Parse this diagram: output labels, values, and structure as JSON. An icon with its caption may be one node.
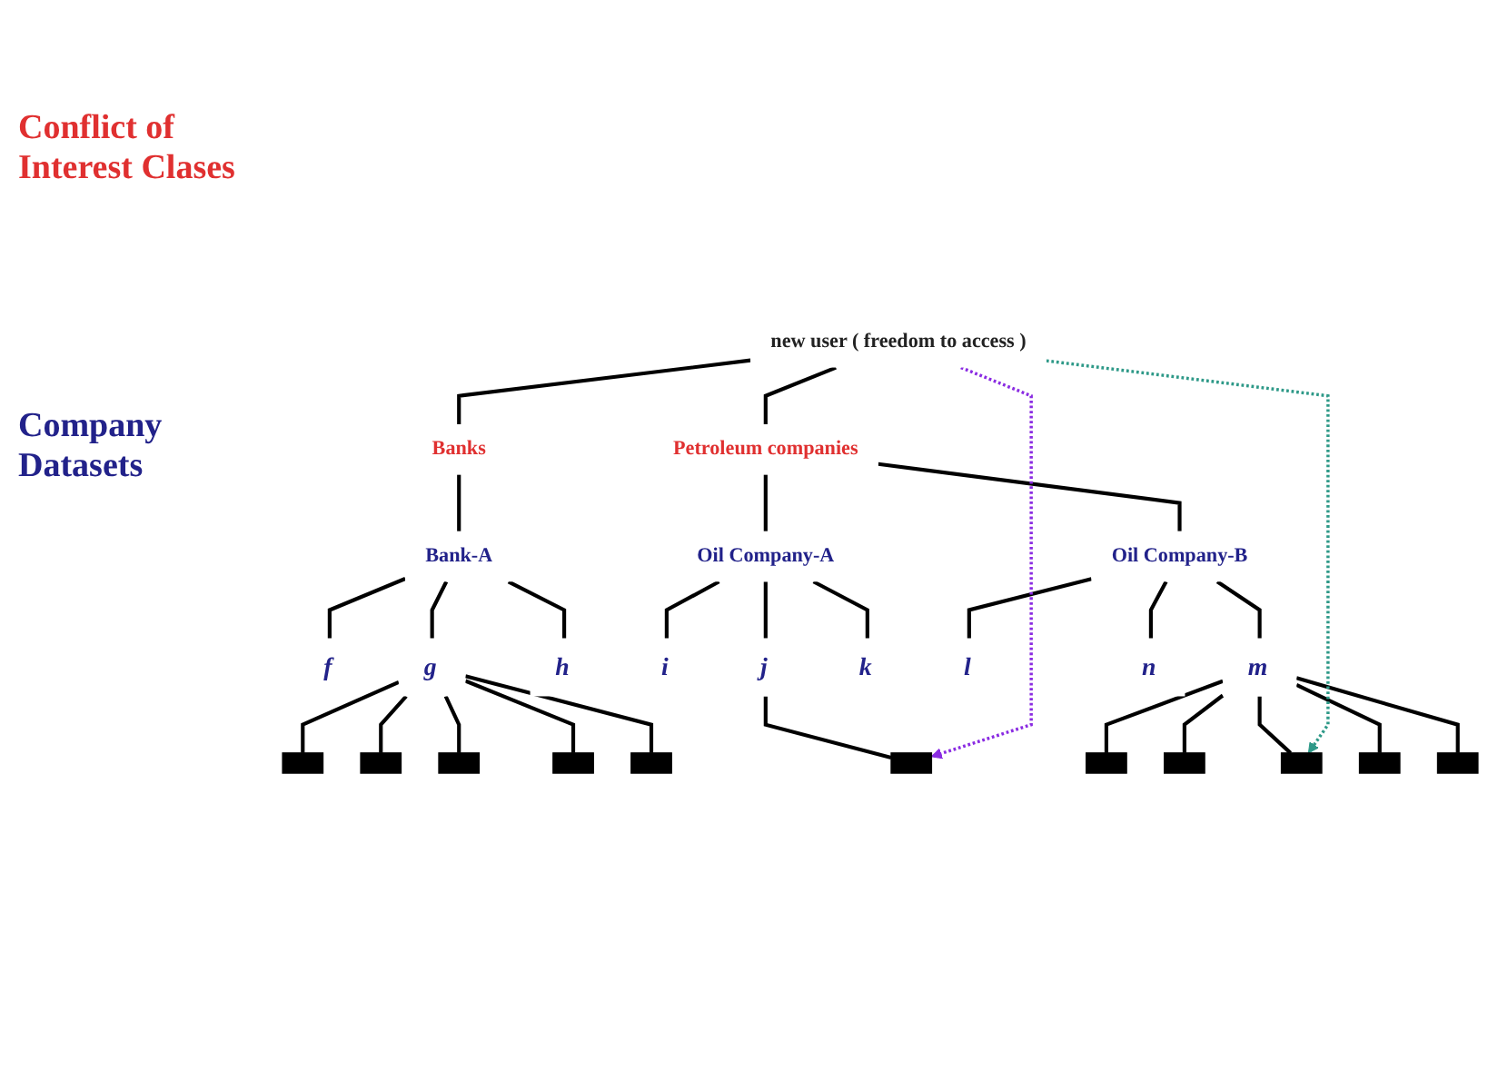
{
  "diagram": {
    "nodes": [
      {
        "text": [
          "new user ( freedom to access )"
        ]
      },
      {
        "text": [
          "Banks"
        ]
      },
      {
        "text": [
          "Petroleum companies"
        ]
      },
      {
        "text": [
          "Bank-A"
        ]
      },
      {
        "text": [
          "Oil Company-A"
        ]
      },
      {
        "text": [
          "Oil Company-B"
        ]
      },
      {
        "text": [
          "f"
        ]
      },
      {
        "text": [
          "g"
        ]
      },
      {
        "text": [
          "h"
        ]
      },
      {
        "text": [
          "i"
        ]
      },
      {
        "text": [
          "j"
        ]
      },
      {
        "text": [
          "k"
        ]
      },
      {
        "text": [
          "l"
        ]
      },
      {
        "text": [
          "m"
        ]
      },
      {
        "text": [
          "n"
        ]
      },
      {
        "text": [],
        "shape": "bar"
      },
      {
        "text": [],
        "shape": "bar"
      },
      {
        "text": [],
        "shape": "bar"
      },
      {
        "text": [],
        "shape": "bar"
      },
      {
        "text": [],
        "shape": "bar"
      },
      {
        "text": [],
        "shape": "bar"
      },
      {
        "text": [],
        "shape": "bar"
      },
      {
        "text": [],
        "shape": "bar"
      },
      {
        "text": [],
        "shape": "bar"
      },
      {
        "text": [],
        "shape": "bar"
      },
      {
        "text": [],
        "shape": "bar"
      }
    ],
    "edges": [
      {
        "from": 0,
        "to": 1,
        "arrow": "none"
      },
      {
        "from": 0,
        "to": 2,
        "arrow": "none"
      },
      {
        "from": 1,
        "to": 3,
        "arrow": "none"
      },
      {
        "from": 2,
        "to": 4,
        "arrow": "none"
      },
      {
        "from": 2,
        "to": 5,
        "arrow": "none"
      },
      {
        "from": 3,
        "to": 6,
        "arrow": "none"
      },
      {
        "from": 3,
        "to": 7,
        "arrow": "none"
      },
      {
        "from": 3,
        "to": 8,
        "arrow": "none"
      },
      {
        "from": 4,
        "to": 9,
        "arrow": "none"
      },
      {
        "from": 4,
        "to": 10,
        "arrow": "none"
      },
      {
        "from": 4,
        "to": 11,
        "arrow": "none"
      },
      {
        "from": 5,
        "to": 12,
        "arrow": "none"
      },
      {
        "from": 5,
        "to": 13,
        "arrow": "none"
      },
      {
        "from": 5,
        "to": 14,
        "arrow": "none"
      },
      {
        "from": 7,
        "to": 15,
        "arrow": "none"
      },
      {
        "from": 7,
        "to": 16,
        "arrow": "none"
      },
      {
        "from": 7,
        "to": 17,
        "arrow": "none"
      },
      {
        "from": 7,
        "to": 18,
        "arrow": "none"
      },
      {
        "from": 7,
        "to": 19,
        "arrow": "none"
      },
      {
        "from": 10,
        "to": 20,
        "arrow": "none"
      },
      {
        "from": 13,
        "to": 21,
        "arrow": "none"
      },
      {
        "from": 13,
        "to": 22,
        "arrow": "none"
      },
      {
        "from": 13,
        "to": 23,
        "arrow": "none"
      },
      {
        "from": 13,
        "to": 24,
        "arrow": "none"
      },
      {
        "from": 13,
        "to": 25,
        "arrow": "none"
      },
      {
        "from": 0,
        "to": 20,
        "arrow": "to",
        "style": "dashed",
        "color": "#8a2be2"
      },
      {
        "from": 0,
        "to": 23,
        "arrow": "to",
        "style": "dashed",
        "color": "#2e9988"
      }
    ],
    "labels": [
      "Conflict of Interest Clases",
      "Company Datasets"
    ]
  }
}
